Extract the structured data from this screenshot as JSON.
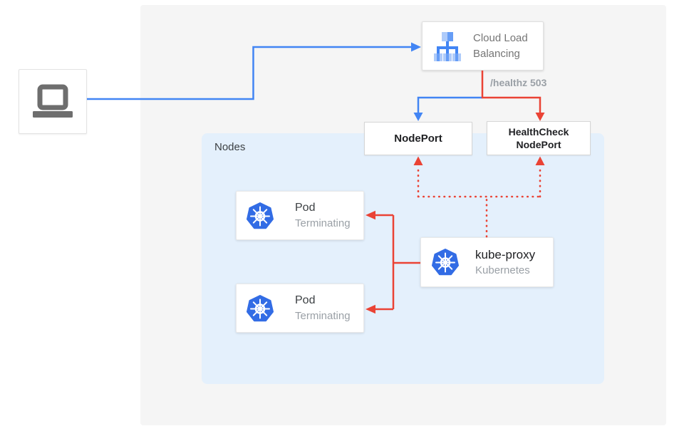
{
  "colors": {
    "diagram_bg": "#f5f5f5",
    "nodes_bg": "#e4f0fc",
    "blue_edge": "#4285f4",
    "red_edge": "#ea4335",
    "kubernetes_blue": "#326ce5",
    "text_dark": "#202124",
    "text_gray": "#9aa0a6"
  },
  "client_laptop": {
    "icon": "laptop-icon"
  },
  "cloud_load_balancing": {
    "label": "Cloud Load Balancing",
    "icon": "cloud-load-balancing-icon"
  },
  "nodes_group": {
    "label": "Nodes"
  },
  "nodeport": {
    "label": "NodePort"
  },
  "healthcheck_nodeport": {
    "label": "HealthCheck NodePort"
  },
  "pods": [
    {
      "title": "Pod",
      "status": "Terminating",
      "icon": "kubernetes-icon"
    },
    {
      "title": "Pod",
      "status": "Terminating",
      "icon": "kubernetes-icon"
    }
  ],
  "kube_proxy": {
    "title": "kube-proxy",
    "subtitle": "Kubernetes",
    "icon": "kubernetes-icon"
  },
  "edges": [
    {
      "from": "client-laptop",
      "to": "cloud-load-balancing",
      "color": "#4285f4",
      "style": "solid"
    },
    {
      "from": "cloud-load-balancing",
      "to": "nodeport",
      "color": "#4285f4",
      "style": "solid"
    },
    {
      "from": "cloud-load-balancing",
      "to": "healthcheck-nodeport",
      "color": "#ea4335",
      "style": "solid",
      "label": "/healthz 503"
    },
    {
      "from": "kube-proxy",
      "to": "pod-1",
      "color": "#ea4335",
      "style": "solid"
    },
    {
      "from": "kube-proxy",
      "to": "pod-2",
      "color": "#ea4335",
      "style": "solid"
    },
    {
      "from": "kube-proxy",
      "to": "nodeport",
      "color": "#ea4335",
      "style": "dotted"
    },
    {
      "from": "kube-proxy",
      "to": "healthcheck-nodeport",
      "color": "#ea4335",
      "style": "dotted"
    }
  ]
}
